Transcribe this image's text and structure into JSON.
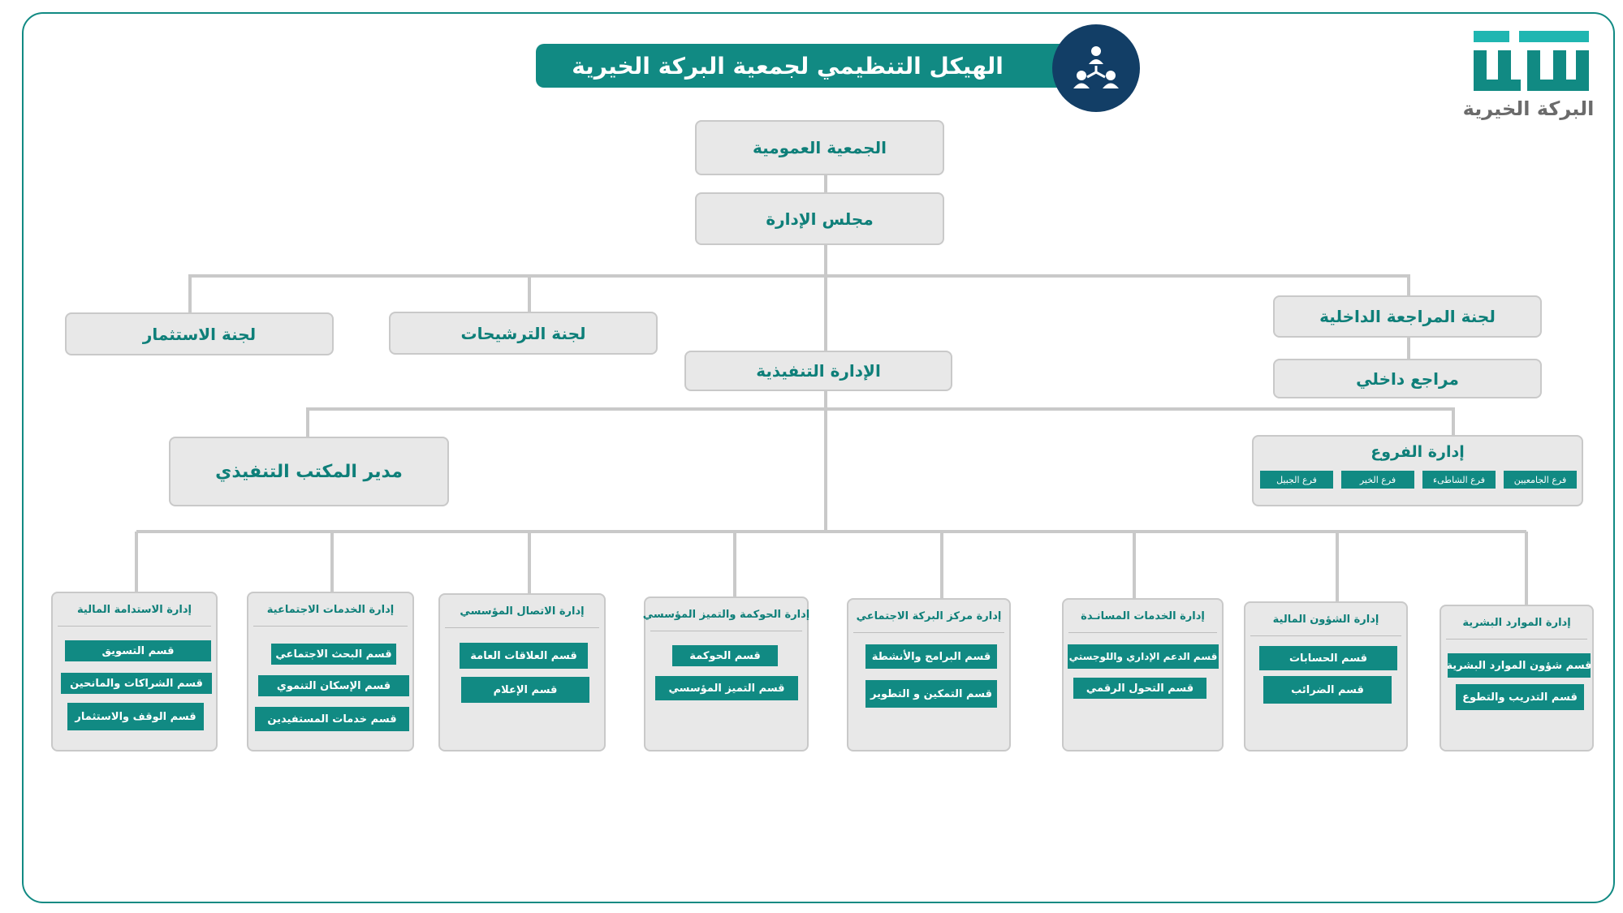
{
  "title": "الهيكل التنظيمي لجمعية البركة الخيرية",
  "logo": {
    "text": "البركة الخيرية",
    "icon": "barakah-logo-icon",
    "colors": [
      "#118a83",
      "#1fb6b1"
    ]
  },
  "header_icon": "org-structure-icon",
  "colors": {
    "primary": "#118a83",
    "navy": "#123e66",
    "box_fill": "#e8e8e8",
    "line": "#c9c9c9"
  },
  "nodes": {
    "general_assembly": "الجمعية العمومية",
    "board": "مجلس الإدارة",
    "investment_committee": "لجنة الاستثمار",
    "nominations_committee": "لجنة الترشيحات",
    "internal_audit_committee": "لجنة المراجعة الداخلية",
    "internal_auditor": "مراجع داخلي",
    "executive_management": "الإدارة التنفيذية",
    "executive_office_manager": "مدير المكتب التنفيذي"
  },
  "branches": {
    "title": "إدارة الفروع",
    "items": [
      "فرع الجامعيين",
      "فرع الشاطىء",
      "فرع الخير",
      "فرع الجبيل"
    ]
  },
  "departments": [
    {
      "title": "إدارة الاستدامة المالية",
      "sections": [
        "قسم التسويق",
        "قسم الشراكات والمانحين",
        "قسم الوقف والاستثمار"
      ]
    },
    {
      "title": "إدارة الخدمات الاجتماعية",
      "sections": [
        "قسم البحث الاجتماعي",
        "قسم الإسكان التنموي",
        "قسم خدمات المستفيدين"
      ]
    },
    {
      "title": "إدارة الاتصال المؤسسي",
      "sections": [
        "قسم العلاقات العامة",
        "قسم الإعلام"
      ]
    },
    {
      "title": "إدارة الحوكمة والتميز المؤسسي",
      "sections": [
        "قسم الحوكمة",
        "قسم التميز المؤسسي"
      ]
    },
    {
      "title": "إدارة مركز البركة الاجتماعي",
      "sections": [
        "قسم البرامج والأنشطة",
        "قسم التمكين و التطوير"
      ]
    },
    {
      "title": "إدارة الخدمات المسانـدة",
      "sections": [
        "قسم الدعم الإداري واللوجستي",
        "قسم التحول الرقمي"
      ]
    },
    {
      "title": "إدارة الشؤون المالية",
      "sections": [
        "قسم الحسابات",
        "قسم الضرائب"
      ]
    },
    {
      "title": "إدارة الموارد البشرية",
      "sections": [
        "قسم شؤون الموارد البشرية",
        "قسم التدريب والتطوع"
      ]
    }
  ]
}
